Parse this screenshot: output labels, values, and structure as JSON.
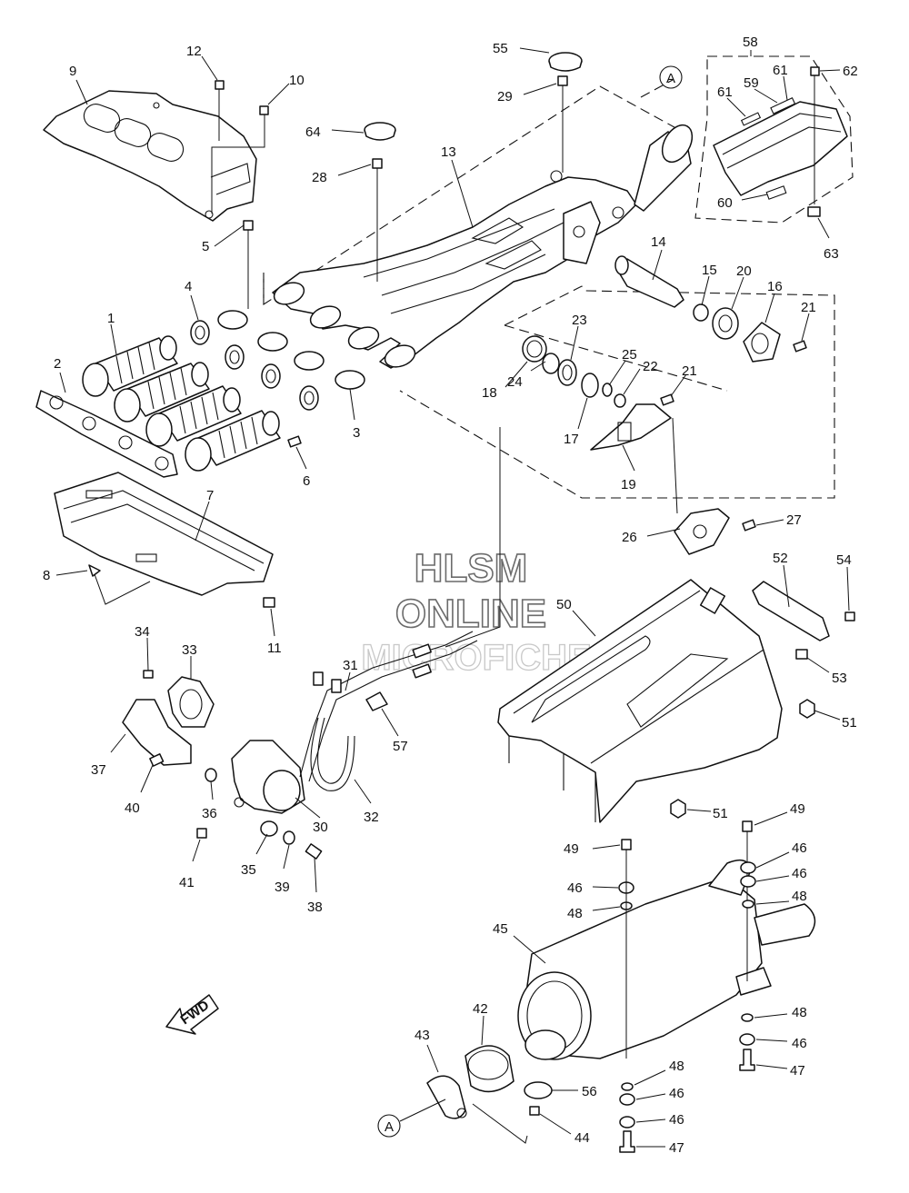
{
  "watermark": {
    "line1": "HLSM",
    "line2": "ONLINE",
    "line3": "MICROFICHE"
  },
  "fwd_label": "FWD",
  "reference_mark": "A",
  "part_labels": {
    "p1": "1",
    "p2": "2",
    "p3": "3",
    "p4": "4",
    "p5": "5",
    "p6": "6",
    "p7": "7",
    "p8": "8",
    "p9": "9",
    "p10": "10",
    "p11": "11",
    "p12": "12",
    "p13": "13",
    "p14": "14",
    "p15": "15",
    "p16": "16",
    "p17": "17",
    "p18": "18",
    "p19": "19",
    "p20": "20",
    "p21a": "21",
    "p21b": "21",
    "p22": "22",
    "p23": "23",
    "p24": "24",
    "p25": "25",
    "p26": "26",
    "p27": "27",
    "p28": "28",
    "p29": "29",
    "p30": "30",
    "p31": "31",
    "p32": "32",
    "p33": "33",
    "p34": "34",
    "p35": "35",
    "p36": "36",
    "p37": "37",
    "p38": "38",
    "p39": "39",
    "p40": "40",
    "p41": "41",
    "p42": "42",
    "p43": "43",
    "p44": "44",
    "p45": "45",
    "p46a": "46",
    "p46b": "46",
    "p46c": "46",
    "p46d": "46",
    "p46e": "46",
    "p46f": "46",
    "p47a": "47",
    "p47b": "47",
    "p48a": "48",
    "p48b": "48",
    "p48c": "48",
    "p48d": "48",
    "p49a": "49",
    "p49b": "49",
    "p50": "50",
    "p51a": "51",
    "p51b": "51",
    "p52": "52",
    "p53": "53",
    "p54": "54",
    "p55": "55",
    "p56": "56",
    "p57": "57",
    "p58": "58",
    "p59": "59",
    "p60": "60",
    "p61a": "61",
    "p61b": "61",
    "p62": "62",
    "p63": "63",
    "p64": "64"
  }
}
